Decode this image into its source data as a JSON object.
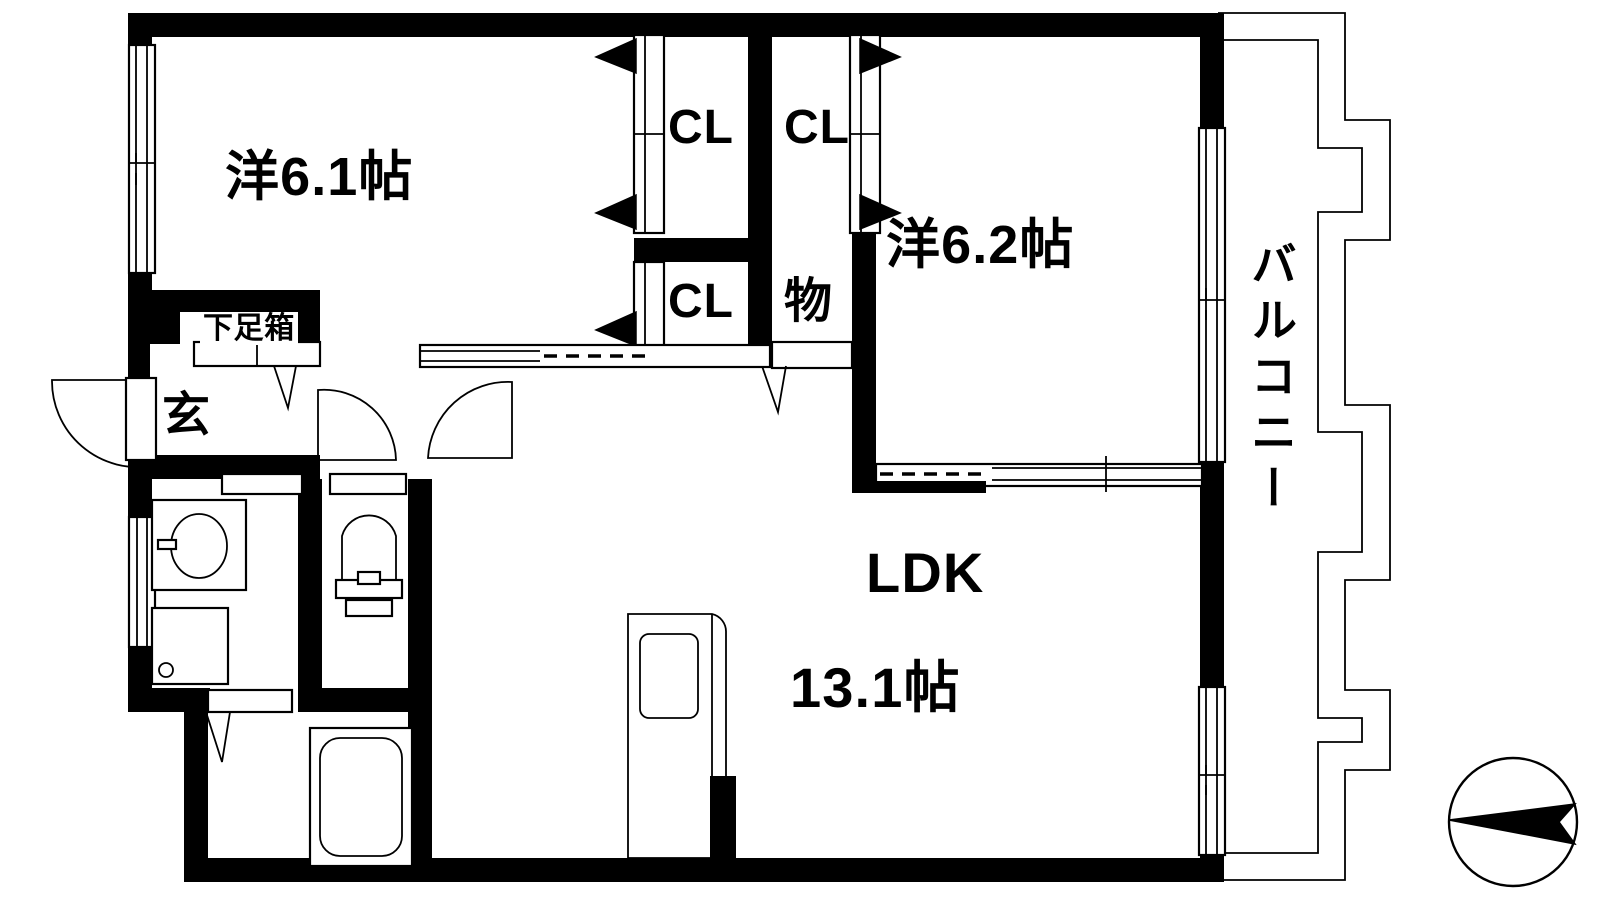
{
  "plan": {
    "type": "japanese-apartment-floorplan",
    "layout_code": "2LDK",
    "rooms": [
      {
        "id": "washitsu-left",
        "label": "洋6.1帖",
        "name_en": "Western-style room",
        "size_jo": 6.1
      },
      {
        "id": "washitsu-right",
        "label": "洋6.2帖",
        "name_en": "Western-style room",
        "size_jo": 6.2
      },
      {
        "id": "ldk",
        "label_line1": "LDK",
        "label_line2": "13.1帖",
        "name_en": "Living Dining Kitchen",
        "size_jo": 13.1
      },
      {
        "id": "genkan",
        "label": "玄",
        "name_en": "Entrance"
      },
      {
        "id": "balcony",
        "label": "バルコニー",
        "name_en": "Balcony"
      }
    ],
    "closets": [
      {
        "id": "cl-top-left",
        "label": "CL",
        "name_en": "Closet"
      },
      {
        "id": "cl-top-right",
        "label": "CL",
        "name_en": "Closet"
      },
      {
        "id": "cl-mid-left",
        "label": "CL",
        "name_en": "Closet"
      },
      {
        "id": "storage",
        "label": "物",
        "name_en": "Storage"
      }
    ],
    "fixtures": [
      {
        "id": "shoe-cabinet",
        "label": "下足箱",
        "name_en": "Shoe cabinet"
      },
      {
        "id": "washbasin",
        "label": "",
        "name_en": "Wash basin / vanity"
      },
      {
        "id": "washer-space",
        "label": "",
        "name_en": "Washing machine space"
      },
      {
        "id": "toilet",
        "label": "",
        "name_en": "Toilet"
      },
      {
        "id": "bathtub",
        "label": "",
        "name_en": "Bathtub / unit bath"
      },
      {
        "id": "kitchen-sink",
        "label": "",
        "name_en": "Kitchen counter with sink"
      }
    ],
    "compass": {
      "label": "",
      "name_en": "North arrow",
      "direction": "west-left"
    },
    "colors": {
      "wall": "#000000",
      "background": "#ffffff",
      "line": "#000000"
    }
  }
}
